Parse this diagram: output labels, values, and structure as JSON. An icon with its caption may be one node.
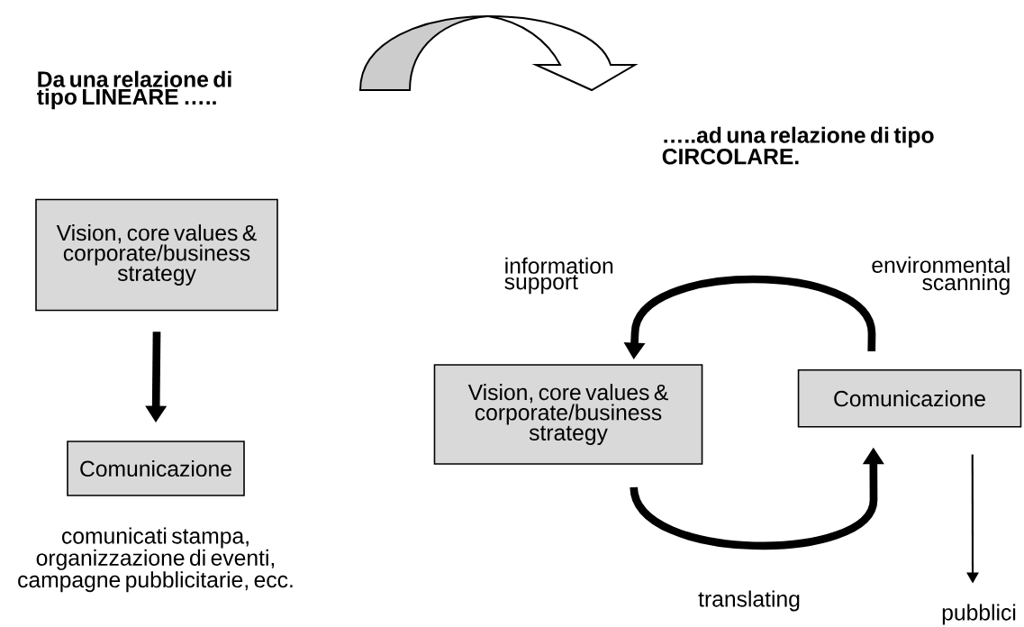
{
  "diagram": {
    "nodes": [
      {
        "text": [
          "Vision, core values & corporate/business strategy"
        ]
      },
      {
        "text": [
          "Comunicazione"
        ],
        "beside": [
          "comunicati stampa, organizzazione di eventi, campagne pubblicitarie, ecc."
        ]
      },
      {
        "text": [
          "Vision, core values & corporate/business strategy"
        ]
      },
      {
        "text": [
          "Comunicazione"
        ]
      },
      {
        "text": [
          "pubblici"
        ]
      }
    ],
    "edges": [
      {
        "from": 0,
        "to": 1,
        "arrow": "to"
      },
      {
        "from": 3,
        "to": 2,
        "arrow": "to"
      },
      {
        "from": 2,
        "to": 3,
        "arrow": "to",
        "label": "translating"
      },
      {
        "from": 3,
        "to": 4,
        "arrow": "to"
      }
    ],
    "labels": [
      "Da una relazione di tipo LINEARE …..",
      "…..ad una relazione di tipo CIRCOLARE.",
      "information support",
      "environmental scanning"
    ]
  }
}
